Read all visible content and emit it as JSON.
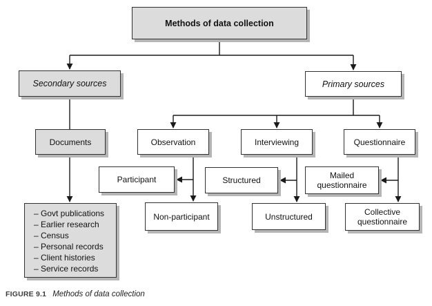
{
  "figure": {
    "caption_label": "FIGURE 9.1",
    "caption_title": "Methods of data collection"
  },
  "colors": {
    "shaded_box_fill": "#dcdcdc",
    "plain_box_fill": "#ffffff",
    "box_border": "#2f2f2f",
    "box_shadow": "#b5b5b5",
    "connector_line": "#1a1a1a",
    "text": "#111111"
  },
  "nodes": {
    "root": {
      "label": "Methods of data collection"
    },
    "secondary": {
      "label": "Secondary sources"
    },
    "primary": {
      "label": "Primary sources"
    },
    "documents": {
      "label": "Documents"
    },
    "observation": {
      "label": "Observation"
    },
    "interviewing": {
      "label": "Interviewing"
    },
    "questionnaire": {
      "label": "Questionnaire"
    },
    "participant": {
      "label": "Participant"
    },
    "non_participant": {
      "label": "Non-participant"
    },
    "structured": {
      "label": "Structured"
    },
    "unstructured": {
      "label": "Unstructured"
    },
    "mailed_questionnaire": {
      "label": "Mailed questionnaire"
    },
    "collective_questionnaire": {
      "label": "Collective questionnaire"
    },
    "documents_list": {
      "items": [
        "– Govt publications",
        "– Earlier research",
        "– Census",
        "– Personal records",
        "– Client histories",
        "– Service records"
      ]
    }
  }
}
